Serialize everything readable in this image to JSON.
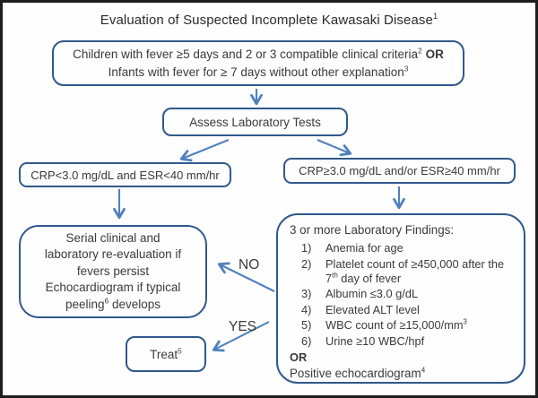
{
  "title": {
    "text": "Evaluation of Suspected Incomplete Kawasaki Disease",
    "sup": "1"
  },
  "colors": {
    "box_border": "#30598c",
    "arrow": "#4f81bd",
    "text": "#3a3a3a",
    "frame": "#1e1e1e",
    "background": "#fefefe"
  },
  "top_box": {
    "line1_text": "Children with fever ≥5 days and 2 or 3 compatible clinical criteria",
    "line1_sup": "2",
    "line1_bold": "OR",
    "line2_text": "Infants with fever for ≥ 7 days without other explanation",
    "line2_sup": "3"
  },
  "assess_box": {
    "label": "Assess Laboratory Tests"
  },
  "left_criteria_box": {
    "label": "CRP<3.0 mg/dL and ESR<40 mm/hr"
  },
  "right_criteria_box": {
    "label": "CRP≥3.0 mg/dL and/or ESR≥40 mm/hr"
  },
  "serial_box": {
    "lines": [
      "Serial clinical and",
      "laboratory re-evaluation if",
      "fevers persist",
      "Echocardiogram if typical"
    ],
    "last_line_pre": "peeling",
    "last_line_sup": "6",
    "last_line_post": " develops"
  },
  "findings_box": {
    "heading": "3 or more Laboratory Findings:",
    "items": [
      {
        "num": "1)",
        "text": "Anemia for age"
      },
      {
        "num": "2)",
        "text": "Platelet count of ≥450,000 after the",
        "line2_pre": "7",
        "line2_sup": "th",
        "line2_post": " day of fever"
      },
      {
        "num": "3)",
        "text": "Albumin ≤3.0 g/dL"
      },
      {
        "num": "4)",
        "text": "Elevated ALT level"
      },
      {
        "num": "5)",
        "text": "WBC count of ≥15,000/mm",
        "sup": "3"
      },
      {
        "num": "6)",
        "text": "Urine ≥10 WBC/hpf"
      }
    ],
    "or_label": "OR",
    "footer_text": "Positive echocardiogram",
    "footer_sup": "4"
  },
  "treat_box": {
    "label": "Treat",
    "sup": "5"
  },
  "edges": {
    "no_label": "NO",
    "yes_label": "YES"
  }
}
